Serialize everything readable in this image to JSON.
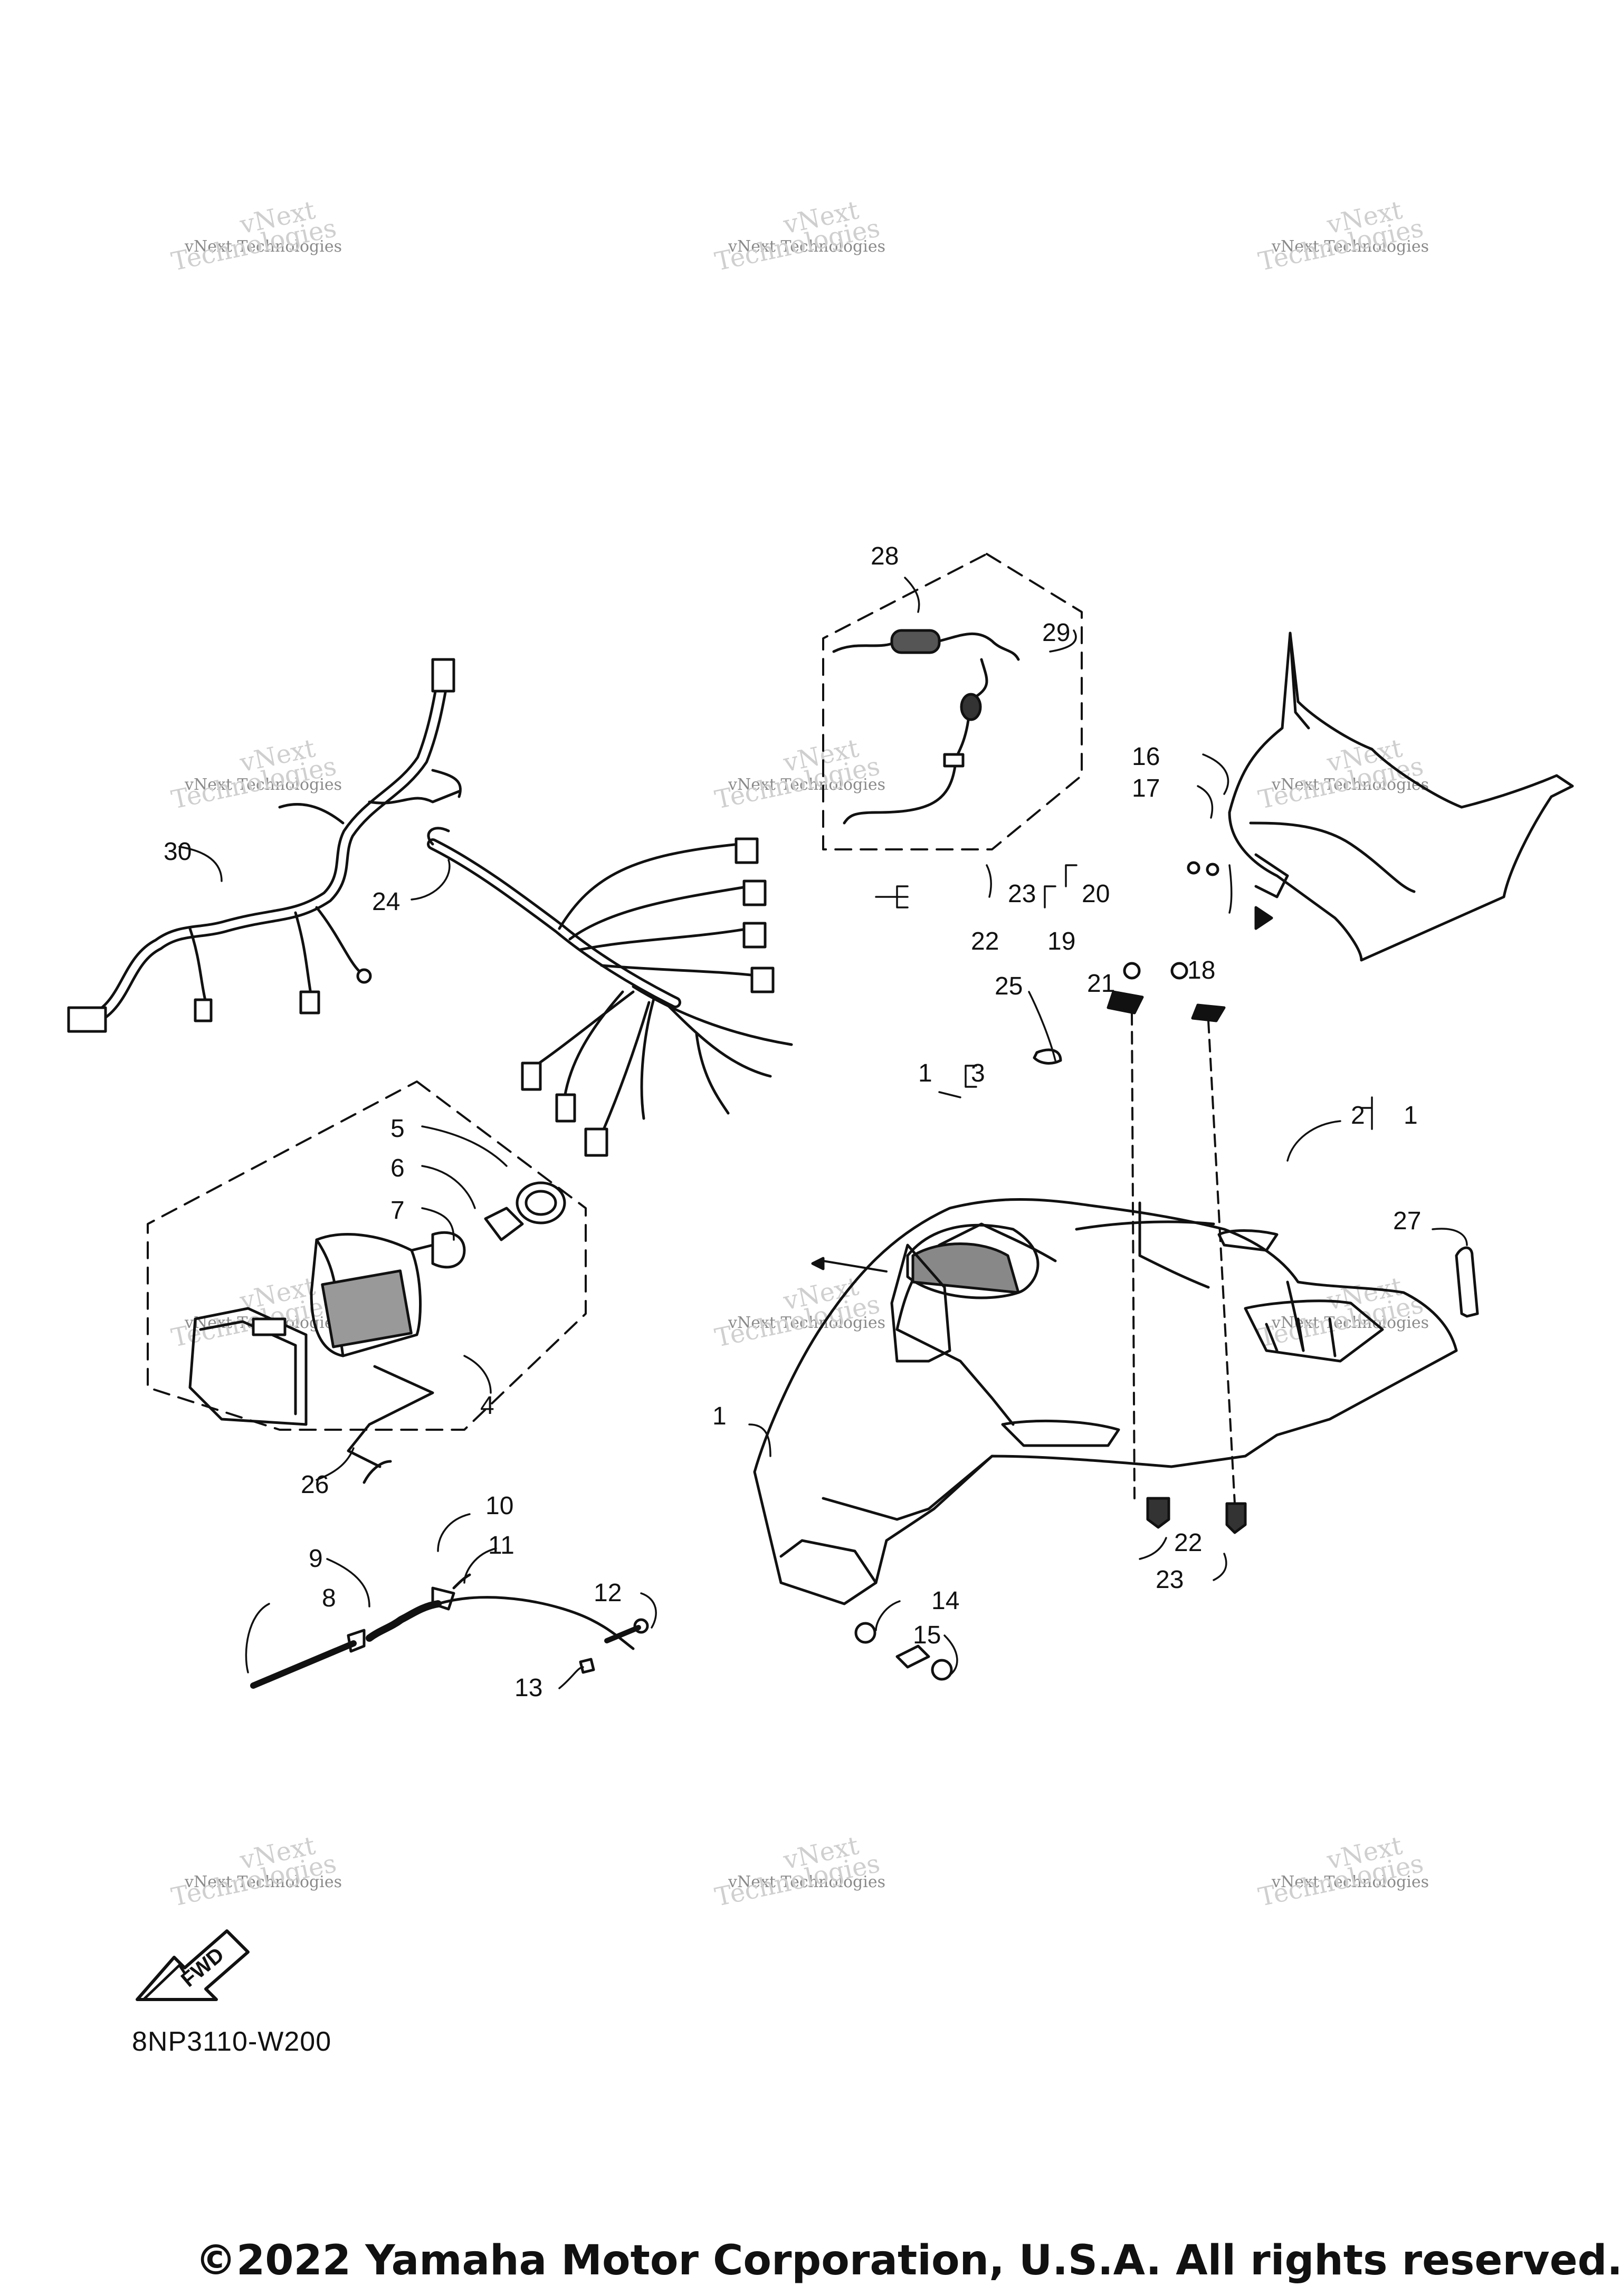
{
  "watermark": {
    "brand_short": "vNext",
    "brand_full": "vNext Technologies",
    "brand_tail": "Technologies"
  },
  "diagram": {
    "part_code": "8NP3110-W200",
    "fwd_label": "FWD",
    "copyright": "©2022 Yamaha Motor Corporation, U.S.A. All rights reserved.",
    "callouts": {
      "c1a": "1",
      "c1b": "1",
      "c1c": "1",
      "c2": "2",
      "c3": "3",
      "c4": "4",
      "c5": "5",
      "c6": "6",
      "c7": "7",
      "c8": "8",
      "c9": "9",
      "c10": "10",
      "c11": "11",
      "c12": "12",
      "c13": "13",
      "c14": "14",
      "c15": "15",
      "c16": "16",
      "c17": "17",
      "c18": "18",
      "c19": "19",
      "c20": "20",
      "c21": "21",
      "c22a": "22",
      "c22b": "22",
      "c23a": "23",
      "c23b": "23",
      "c24": "24",
      "c25": "25",
      "c26": "26",
      "c27": "27",
      "c28": "28",
      "c29": "29",
      "c30": "30"
    }
  },
  "colors": {
    "ink": "#111111",
    "watermark_dark": "#8a8a8a",
    "watermark_light": "#cfcfcf"
  }
}
